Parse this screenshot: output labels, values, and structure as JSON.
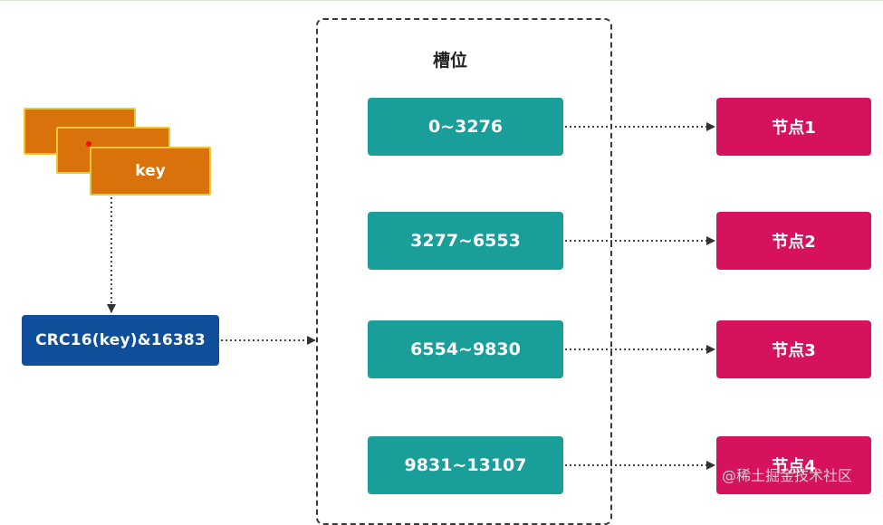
{
  "key_stack": {
    "label": "key"
  },
  "hash_function": {
    "label": "CRC16(key)&16383"
  },
  "slots": {
    "title": "槽位",
    "ranges": [
      "0~3276",
      "3277~6553",
      "6554~9830",
      "9831~13107"
    ]
  },
  "nodes": [
    "节点1",
    "节点2",
    "节点3",
    "节点4"
  ],
  "watermark": "@稀土掘金技术社区",
  "colors": {
    "key": "#d9720b",
    "key_border": "#e8c83a",
    "hash": "#0f4f99",
    "slot": "#1a9e9a",
    "node": "#d6125e"
  }
}
